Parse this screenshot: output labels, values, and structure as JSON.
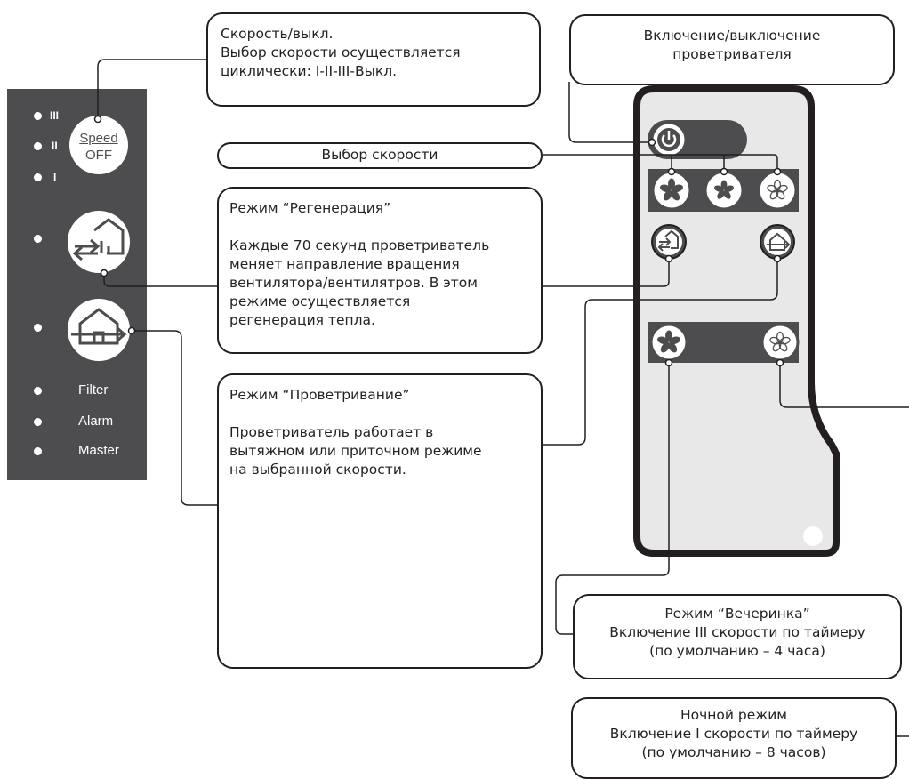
{
  "colors": {
    "panel_bg": "#4d4d4f",
    "remote_body": "#e8e8e8",
    "remote_bar": "#4d4d4f",
    "outline": "#231f20",
    "button_fill": "#ffffff"
  },
  "control_panel": {
    "speed_levels": [
      "III",
      "II",
      "I"
    ],
    "speed_button_top": "Speed",
    "speed_button_bottom": "OFF",
    "indicators": [
      "Filter",
      "Alarm",
      "Master"
    ]
  },
  "callouts": {
    "speed_off": {
      "title": "Скорость/выкл.",
      "text": "Выбор скорости осуществляется\nциклически: I-II-III-Выкл."
    },
    "power": {
      "text": "Включение/выключение\nпроветривателя"
    },
    "speed_select": {
      "text": "Выбор скорости"
    },
    "regeneration": {
      "title": "Режим “Регенерация”",
      "text": "Каждые 70 секунд проветриватель\nменяет направление вращения\nвентилятора/вентилятров. В этом\nрежиме осуществляется\nрегенерация тепла."
    },
    "ventilation": {
      "title": "Режим “Проветривание”",
      "text": "Проветриватель работает в\nвытяжном или приточном режиме\nна выбранной скорости."
    },
    "party": {
      "text": "Режим “Вечеринка”\nВключение III скорости по таймеру\n(по умолчанию – 4 часа)"
    },
    "night": {
      "text": "Ночной режим\nВключение I скорости по таймеру\n(по умолчанию – 8 часов)"
    }
  },
  "icons": {
    "power": "power-icon",
    "fan": "fan-icon",
    "house_regeneration": "house-double-arrow-icon",
    "house_ventilation": "house-through-arrow-icon"
  }
}
